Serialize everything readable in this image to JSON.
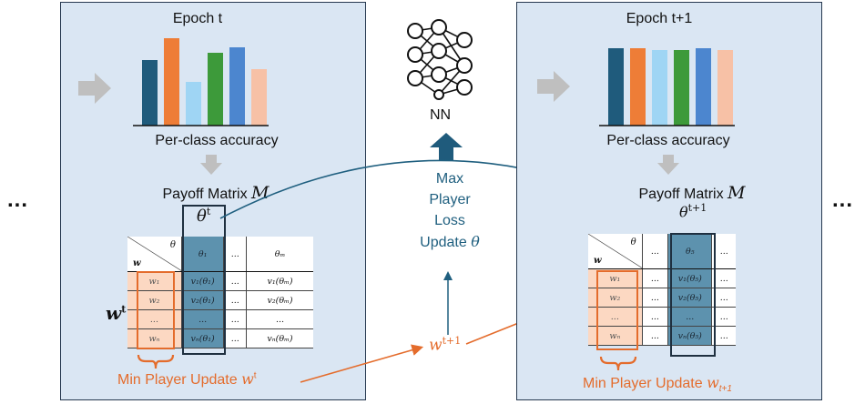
{
  "left_panel": {
    "epoch_label": "Epoch t",
    "accuracy_label": "Per-class accuracy",
    "payoff_label": "Payoff Matrix",
    "payoff_symbol": "M",
    "theta_label": "θ",
    "theta_sup": "t",
    "w_label": "w",
    "w_sup": "t",
    "bars": [
      {
        "value": 0.72,
        "color": "#1f5b7c"
      },
      {
        "value": 0.96,
        "color": "#ee7d37"
      },
      {
        "value": 0.48,
        "color": "#9fd5f4"
      },
      {
        "value": 0.8,
        "color": "#3d9a3a"
      },
      {
        "value": 0.86,
        "color": "#4c86cf"
      },
      {
        "value": 0.62,
        "color": "#f7c1a6"
      }
    ],
    "table": {
      "corner_theta": "θ",
      "corner_w": "w",
      "header": [
        "θ₁",
        "...",
        "θₘ"
      ],
      "rows": [
        [
          "w₁",
          "v₁(θ₁)",
          "...",
          "v₁(θₘ)"
        ],
        [
          "w₂",
          "v₂(θ₁)",
          "...",
          "v₂(θₘ)"
        ],
        [
          "...",
          "...",
          "...",
          "..."
        ],
        [
          "wₙ",
          "vₙ(θ₁)",
          "...",
          "vₙ(θₘ)"
        ]
      ]
    },
    "min_player_label": "Min Player Update",
    "min_player_var": "w",
    "min_player_sup": "t"
  },
  "right_panel": {
    "epoch_label": "Epoch t+1",
    "accuracy_label": "Per-class accuracy",
    "payoff_label": "Payoff Matrix",
    "payoff_symbol": "M",
    "theta_label": "θ",
    "theta_sup": "t+1",
    "bars": [
      {
        "value": 0.85,
        "color": "#1f5b7c"
      },
      {
        "value": 0.85,
        "color": "#ee7d37"
      },
      {
        "value": 0.83,
        "color": "#9fd5f4"
      },
      {
        "value": 0.83,
        "color": "#3d9a3a"
      },
      {
        "value": 0.85,
        "color": "#4c86cf"
      },
      {
        "value": 0.83,
        "color": "#f7c1a6"
      }
    ],
    "table": {
      "corner_theta": "θ",
      "corner_w": "w",
      "header": [
        "...",
        "θ₅",
        "..."
      ],
      "rows": [
        [
          "w₁",
          "...",
          "v₁(θ₅)",
          "..."
        ],
        [
          "w₂",
          "...",
          "v₂(θ₅)",
          "..."
        ],
        [
          "...",
          "...",
          "...",
          "..."
        ],
        [
          "wₙ",
          "...",
          "vₙ(θ₅)",
          "..."
        ]
      ]
    },
    "min_player_label": "Min Player Update",
    "min_player_var": "w",
    "min_player_sub": "t+1"
  },
  "center": {
    "nn_label": "NN",
    "max_player_lines": [
      "Max",
      "Player",
      "Loss",
      "Update"
    ],
    "max_player_var": "θ",
    "w_next": "w",
    "w_next_sup": "t+1"
  },
  "ellipsis_left": "...",
  "ellipsis_right": "...",
  "colors": {
    "panel_bg": "#dae6f3",
    "orange": "#e46c2c",
    "teal": "#1f5f7f",
    "dark_blue": "#1f5b7c",
    "gray_arrow": "#bfbfbf"
  }
}
